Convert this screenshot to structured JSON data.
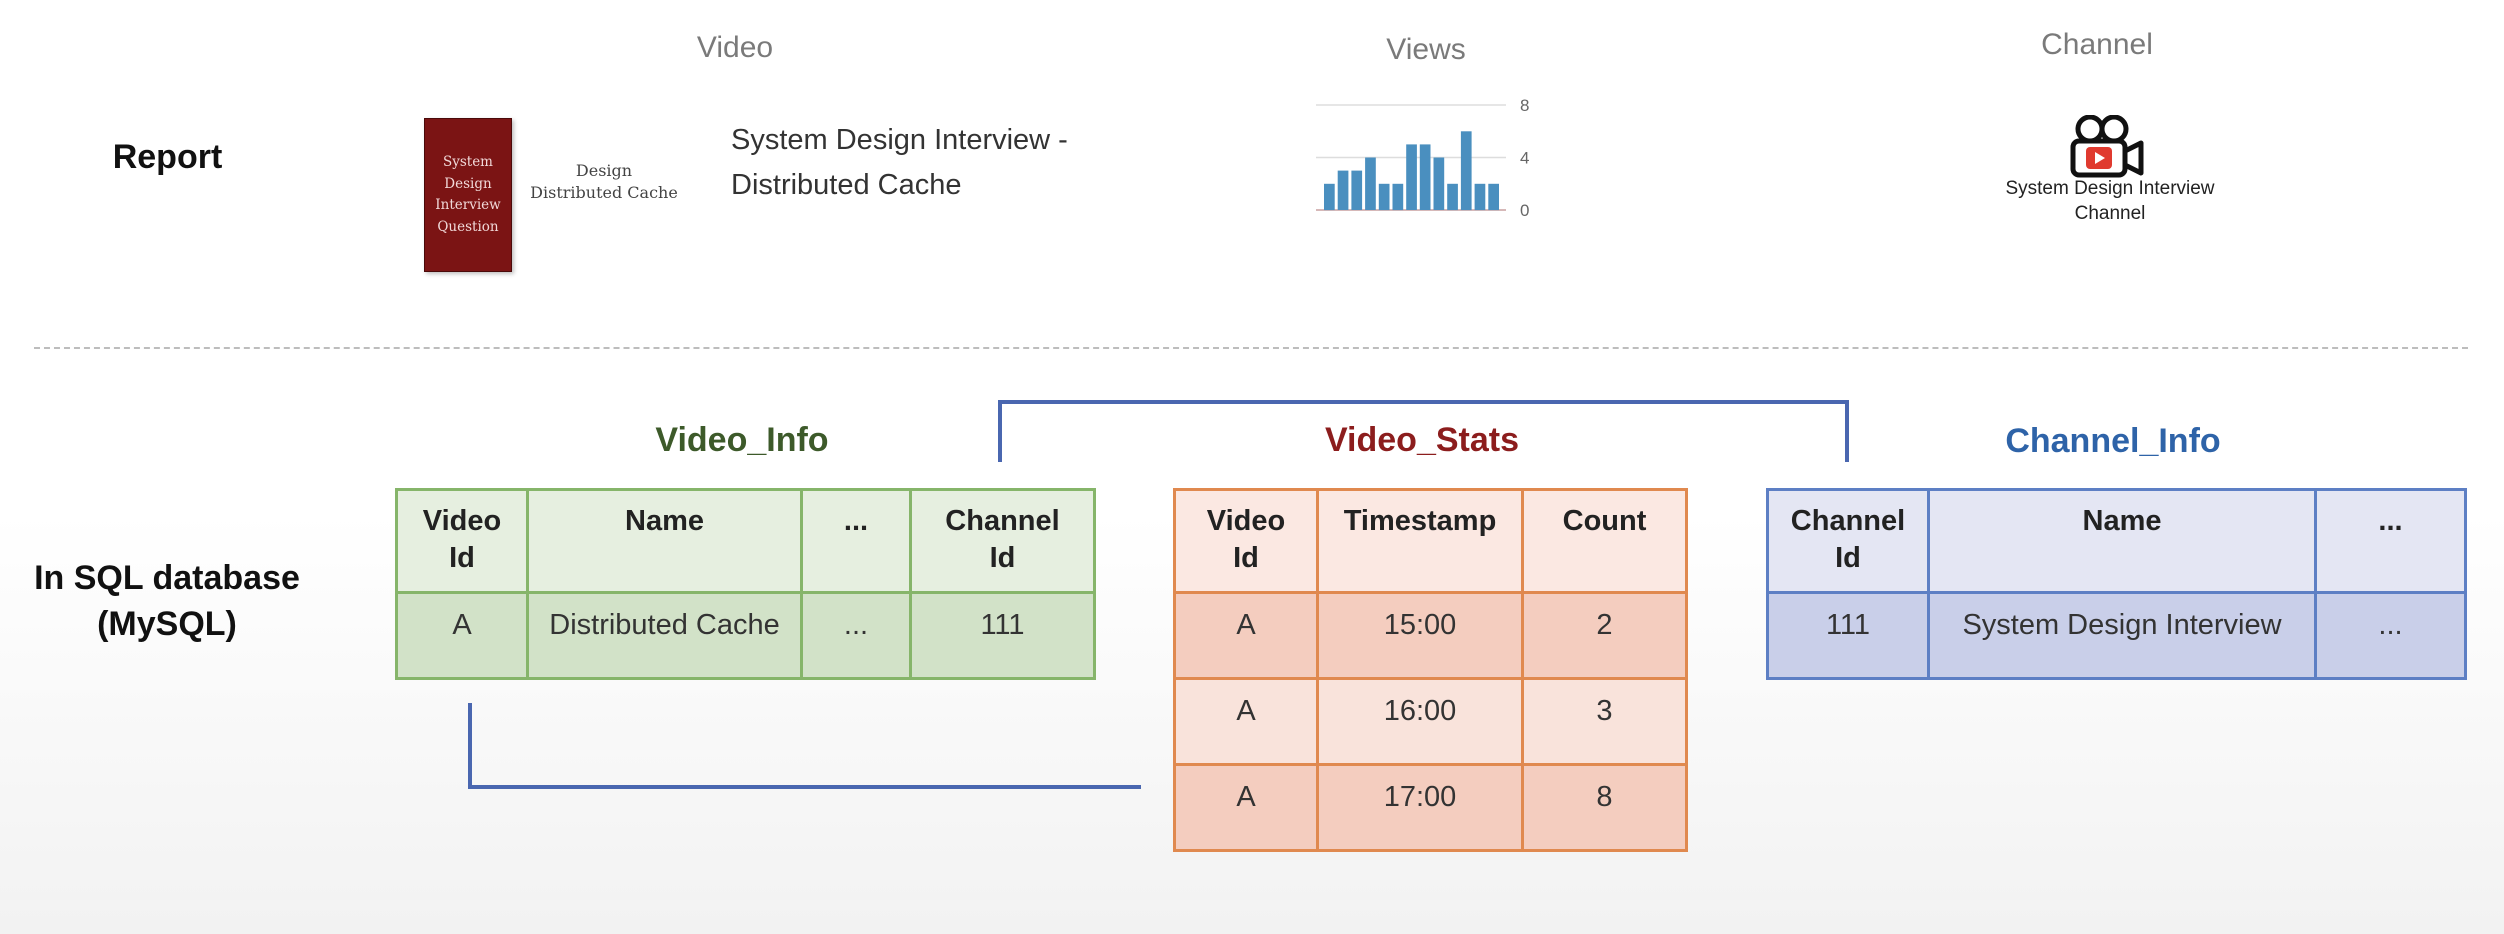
{
  "columns": {
    "video": "Video",
    "views": "Views",
    "channel": "Channel"
  },
  "rows": {
    "report": "Report",
    "sql_line1": "In SQL database",
    "sql_line2": "(MySQL)"
  },
  "report": {
    "book_lines": [
      "System",
      "Design",
      "Interview",
      "Question"
    ],
    "design_caption_lines": [
      "Design",
      "Distributed Cache"
    ],
    "video_title_lines": [
      "System Design Interview -",
      "Distributed Cache"
    ],
    "views_chart": {
      "y_ticks": [
        "8",
        "4",
        "0"
      ],
      "bar_color": "#4a8fbf"
    },
    "channel_icon": "video-camera-icon",
    "channel_caption_lines": [
      "System Design Interview",
      "Channel"
    ]
  },
  "chart_data": {
    "type": "bar",
    "values": [
      2,
      3,
      3,
      4,
      2,
      2,
      5,
      5,
      4,
      2,
      6,
      2,
      2
    ],
    "ylim": [
      0,
      8
    ],
    "yticks": [
      0,
      4,
      8
    ],
    "grid": true
  },
  "tables": {
    "video_info": {
      "title": "Video_Info",
      "title_color": "#3d5a2a",
      "headers": [
        [
          "Video",
          "Id"
        ],
        [
          "Name"
        ],
        [
          "..."
        ],
        [
          "Channel",
          "Id"
        ]
      ],
      "rows": [
        [
          "A",
          "Distributed Cache",
          "...",
          "111"
        ]
      ]
    },
    "video_stats": {
      "title": "Video_Stats",
      "title_color": "#8c1d1d",
      "headers": [
        [
          "Video",
          "Id"
        ],
        [
          "Timestamp"
        ],
        [
          "Count"
        ]
      ],
      "rows": [
        [
          "A",
          "15:00",
          "2"
        ],
        [
          "A",
          "16:00",
          "3"
        ],
        [
          "A",
          "17:00",
          "8"
        ]
      ]
    },
    "channel_info": {
      "title": "Channel_Info",
      "title_color": "#2e63a8",
      "headers": [
        [
          "Channel",
          "Id"
        ],
        [
          "Name"
        ],
        [
          "..."
        ]
      ],
      "rows": [
        [
          "111",
          "System Design Interview",
          "..."
        ]
      ]
    }
  },
  "connector_color": "#4a67b0"
}
